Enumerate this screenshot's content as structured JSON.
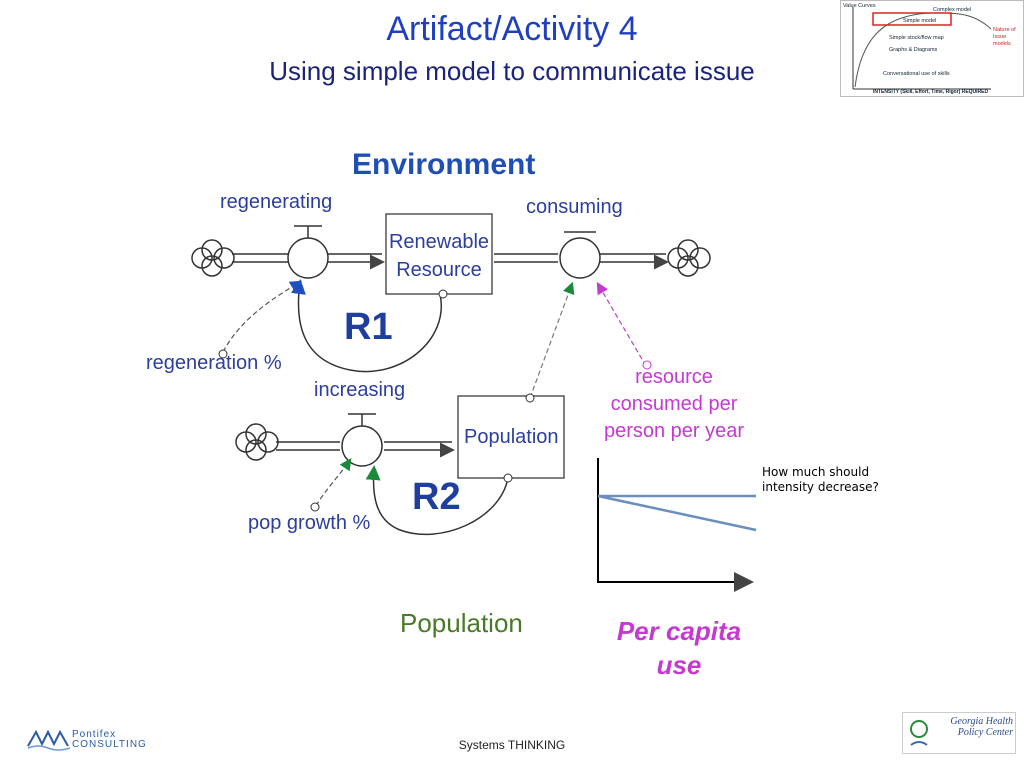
{
  "header": {
    "title": "Artifact/Activity 4",
    "subtitle": "Using simple model to communicate issue"
  },
  "thumbnail": {
    "curve_label": "Value Curves",
    "items": [
      "Complex model",
      "Simple model",
      "Simple stock/flow map",
      "Graphs & Diagrams",
      "Conversational use of skills"
    ],
    "right_note": "Nature of Issue models",
    "axis_label": "INTENSITY (Skill, Effort, Time, Rigor) REQUIRED"
  },
  "diagram": {
    "environment": "Environment",
    "regenerating": "regenerating",
    "consuming": "consuming",
    "renewable_resource": "Renewable Resource",
    "r1": "R1",
    "regeneration_pct": "regeneration %",
    "increasing": "increasing",
    "population_box": "Population",
    "resource_consumed": "resource consumed per person per year",
    "r2": "R2",
    "pop_growth": "pop growth %",
    "population_caption": "Population",
    "per_capita": "Per capita use"
  },
  "graph": {
    "question": "How much should intensity decrease?"
  },
  "footer": {
    "center": "Systems THINKING",
    "left_logo": "Pontifex CONSULTING",
    "right_logo": "Georgia Health Policy Center"
  },
  "colors": {
    "title": "#1f3fbf",
    "stock_flow": "#2c3e9e",
    "green_arrow": "#1a8a3a",
    "magenta": "#c43ad0",
    "graph_line": "#6a8fbf"
  }
}
